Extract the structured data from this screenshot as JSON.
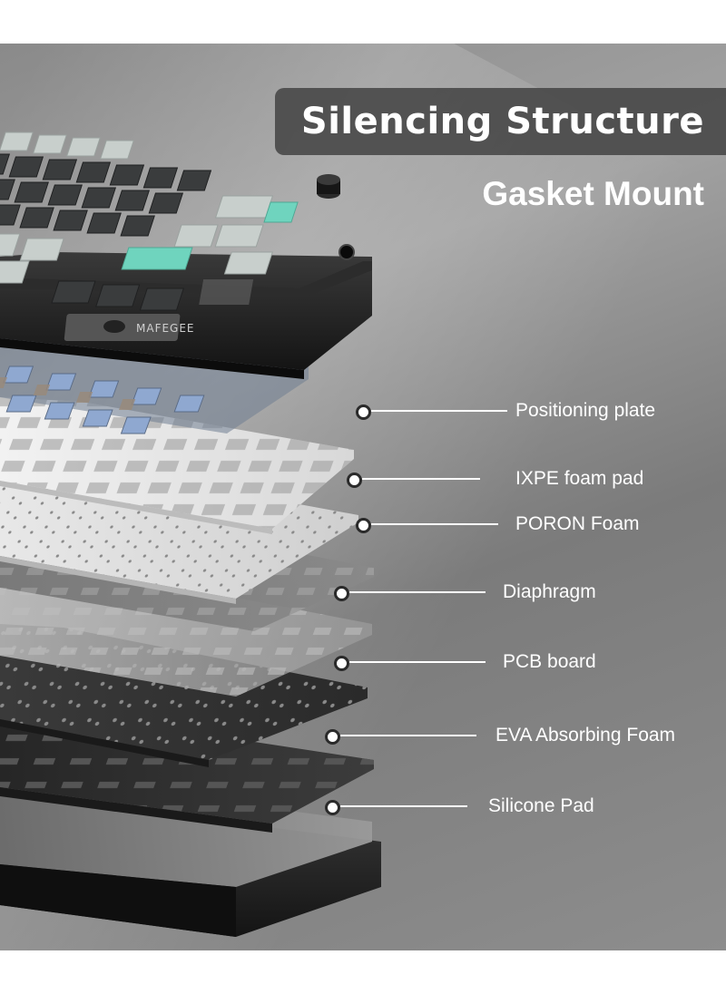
{
  "header": {
    "title": "Silencing Structure",
    "subtitle": "Gasket Mount"
  },
  "keyboard": {
    "brand_mark": "MAFEGEE"
  },
  "layers": [
    {
      "label": "Positioning plate"
    },
    {
      "label": "IXPE foam pad"
    },
    {
      "label": "PORON Foam"
    },
    {
      "label": "Diaphragm"
    },
    {
      "label": "PCB board"
    },
    {
      "label": "EVA Absorbing Foam"
    },
    {
      "label": "Silicone Pad"
    }
  ],
  "colors": {
    "background": "#8f8f8f",
    "banner": "#464646",
    "text": "#ffffff",
    "accent_keycap": "#6fd4be",
    "light_keycap": "#c8cfcc",
    "dark_keycap": "#3a3c3d",
    "case": "#1e1e1e",
    "switch_blue": "#8fa8d0",
    "plate": "#e6e6e6",
    "pcb": "#2e2e2e"
  }
}
